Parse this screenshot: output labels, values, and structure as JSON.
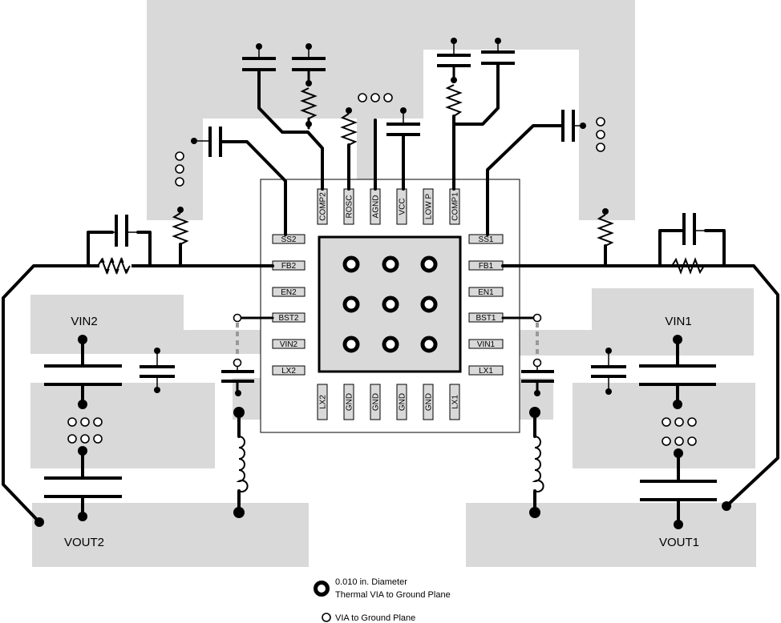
{
  "pins": {
    "left": [
      "SS2",
      "FB2",
      "EN2",
      "BST2",
      "VIN2",
      "LX2"
    ],
    "right": [
      "SS1",
      "FB1",
      "EN1",
      "BST1",
      "VIN1",
      "LX1"
    ],
    "top": [
      "COMP2",
      "ROSC",
      "AGND",
      "VCC",
      "LOW_P",
      "COMP1"
    ],
    "bottom": [
      "LX2",
      "GND",
      "GND",
      "GND",
      "GND",
      "LX1"
    ]
  },
  "labels": {
    "vin2": "VIN2",
    "vout2": "VOUT2",
    "vin1": "VIN1",
    "vout1": "VOUT1"
  },
  "legend": {
    "thermal_via_line1": "0.010 in. Diameter",
    "thermal_via_line2": "Thermal VIA to Ground Plane",
    "via": "VIA to Ground Plane"
  },
  "colors": {
    "ground_plane": "#d9d9d9",
    "trace": "#000000",
    "dashed_trace": "#999999"
  }
}
